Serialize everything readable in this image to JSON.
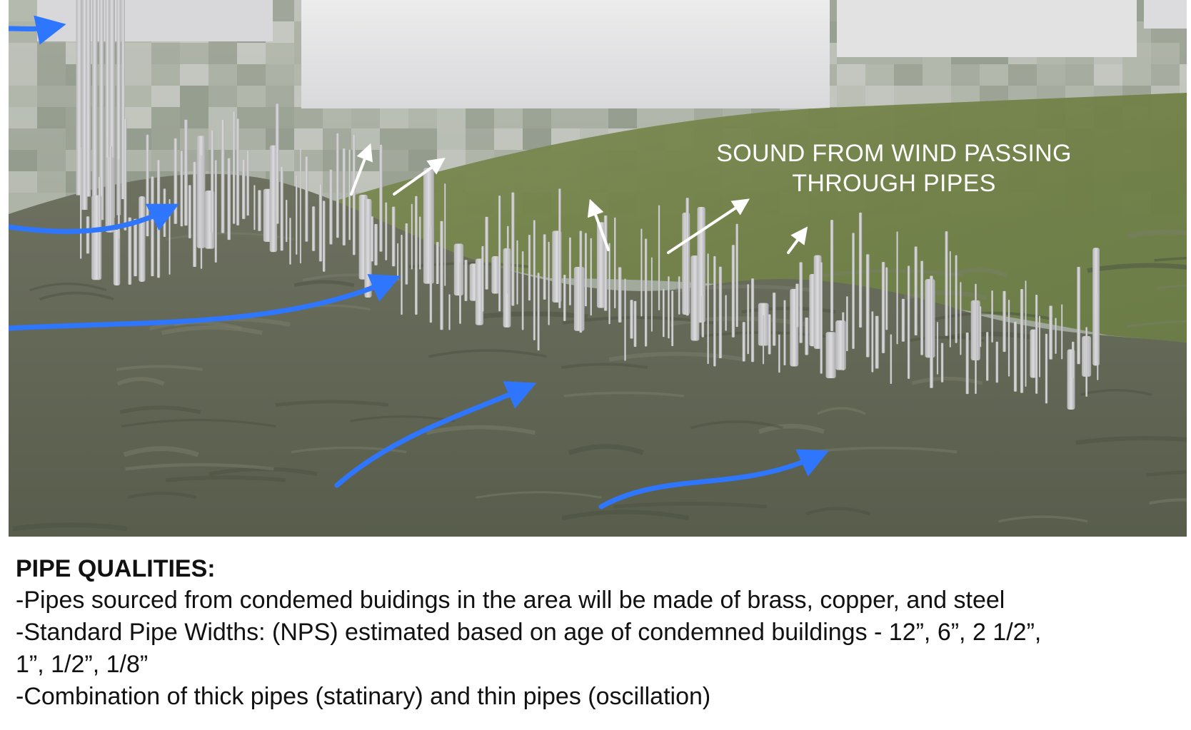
{
  "scene": {
    "annotation": [
      "SOUND FROM WIND PASSING",
      "THROUGH PIPES"
    ],
    "colors": {
      "wind_arrow": "#2f76ff",
      "sound_arrow": "#ffffff",
      "pipe": "#cfcfd1",
      "grass": "#6e7a46",
      "terrain": "#5e6150",
      "building": "#e6e6e7"
    },
    "icons": [
      "wind-arrow-icon",
      "sound-arrow-icon"
    ]
  },
  "notes": {
    "heading": "PIPE QUALITIES:",
    "lines": [
      "-Pipes sourced from condemed buidings in the area will be made of brass, copper, and steel",
      "-Standard Pipe Widths: (NPS) estimated based on age of condemned buildings - 12”, 6”, 2 1/2”,",
      "1”, 1/2”, 1/8”",
      "-Combination of thick pipes (statinary) and thin pipes (oscillation)"
    ]
  }
}
